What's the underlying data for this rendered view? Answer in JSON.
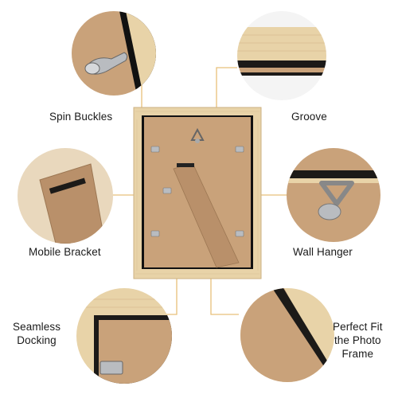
{
  "callouts": {
    "spin_buckles": "Spin Buckles",
    "groove": "Groove",
    "mobile_bracket": "Mobile Bracket",
    "wall_hanger": "Wall Hanger",
    "seamless_docking_line1": "Seamless",
    "seamless_docking_line2": "Docking",
    "perfect_fit_line1": "Perfect Fit",
    "perfect_fit_line2": "the Photo",
    "perfect_fit_line3": "Frame"
  },
  "colors": {
    "wood": "#e8d3a8",
    "wood_dark": "#cdb283",
    "kraft": "#c9a27a",
    "kraft_dark": "#b28a62",
    "leader": "#e8c07a",
    "black_strip": "#1c1a18",
    "metal": "#b9bcc0"
  }
}
